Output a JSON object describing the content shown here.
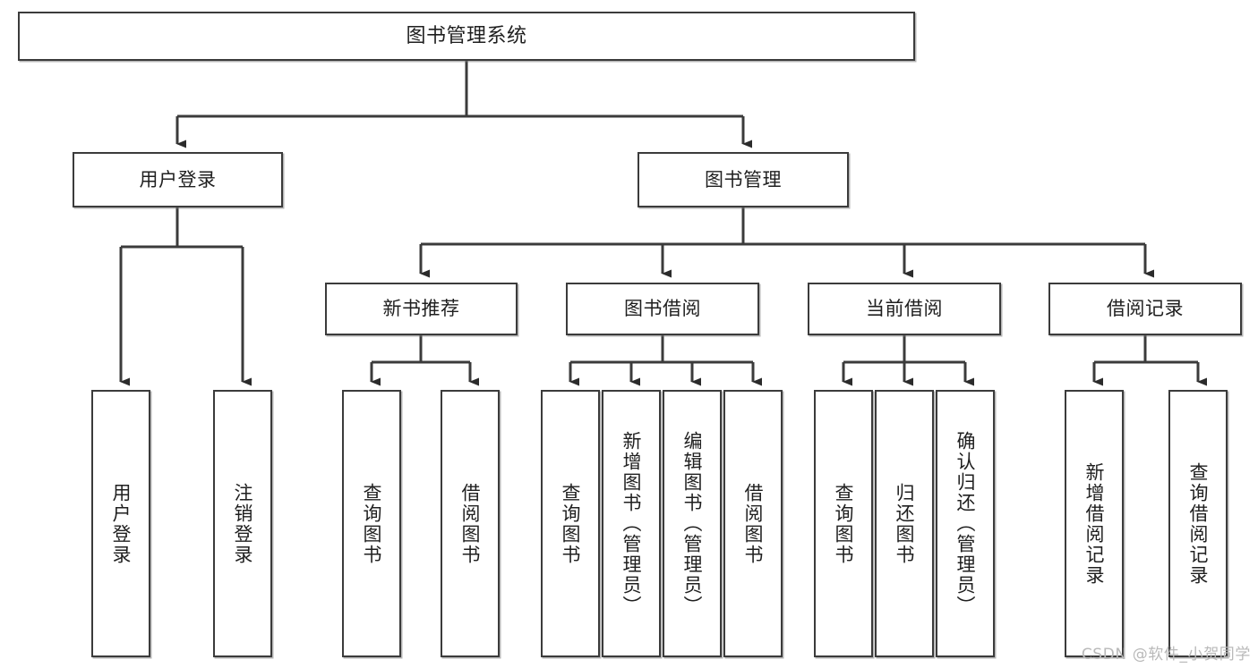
{
  "diagram": {
    "title": "图书管理系统",
    "type": "tree-hierarchy-chart",
    "orientation": "top-down",
    "colors": {
      "node_border": "#3b3b3b",
      "node_fill": "#ffffff",
      "connector": "#3b3b3b",
      "text": "#1f1f1f",
      "watermark": "#b9b9b9",
      "background": "#ffffff"
    },
    "root": {
      "label": "图书管理系统"
    },
    "level2": [
      {
        "label": "用户登录"
      },
      {
        "label": "图书管理"
      }
    ],
    "level3": [
      {
        "label": "新书推荐"
      },
      {
        "label": "图书借阅"
      },
      {
        "label": "当前借阅"
      },
      {
        "label": "借阅记录"
      }
    ],
    "leaves": {
      "user_login": [
        {
          "label": "用户登录"
        },
        {
          "label": "注销登录"
        }
      ],
      "new_book_recommend": [
        {
          "label": "查询图书"
        },
        {
          "label": "借阅图书"
        }
      ],
      "book_borrow": [
        {
          "label": "查询图书"
        },
        {
          "label": "新增图书（管理员）"
        },
        {
          "label": "编辑图书（管理员）"
        },
        {
          "label": "借阅图书"
        }
      ],
      "current_borrow": [
        {
          "label": "查询图书"
        },
        {
          "label": "归还图书"
        },
        {
          "label": "确认归还（管理员）"
        }
      ],
      "borrow_record": [
        {
          "label": "新增借阅记录"
        },
        {
          "label": "查询借阅记录"
        }
      ]
    }
  },
  "watermark": {
    "text": "CSDN @软件_小贺同学"
  }
}
